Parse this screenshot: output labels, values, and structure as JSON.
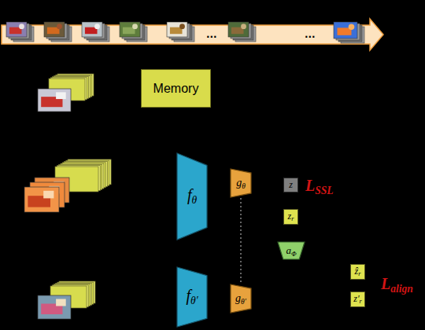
{
  "diagram": {
    "nodes": [
      {
        "text": [
          "Memory"
        ]
      },
      {
        "text": [
          "fθ"
        ]
      },
      {
        "text": [
          "gθ"
        ]
      },
      {
        "text": [
          "z"
        ]
      },
      {
        "text": [
          "zr"
        ]
      },
      {
        "text": [
          "aΦ"
        ]
      },
      {
        "text": [
          "fθ′"
        ]
      },
      {
        "text": [
          "gθ′"
        ]
      },
      {
        "text": [
          "ẑr"
        ]
      },
      {
        "text": [
          "z′r"
        ]
      }
    ],
    "edges": [
      {
        "from": 2,
        "to": 7,
        "arrow": "none"
      }
    ],
    "labels": [
      "...",
      "...",
      "LSSL",
      "Lalign"
    ]
  }
}
